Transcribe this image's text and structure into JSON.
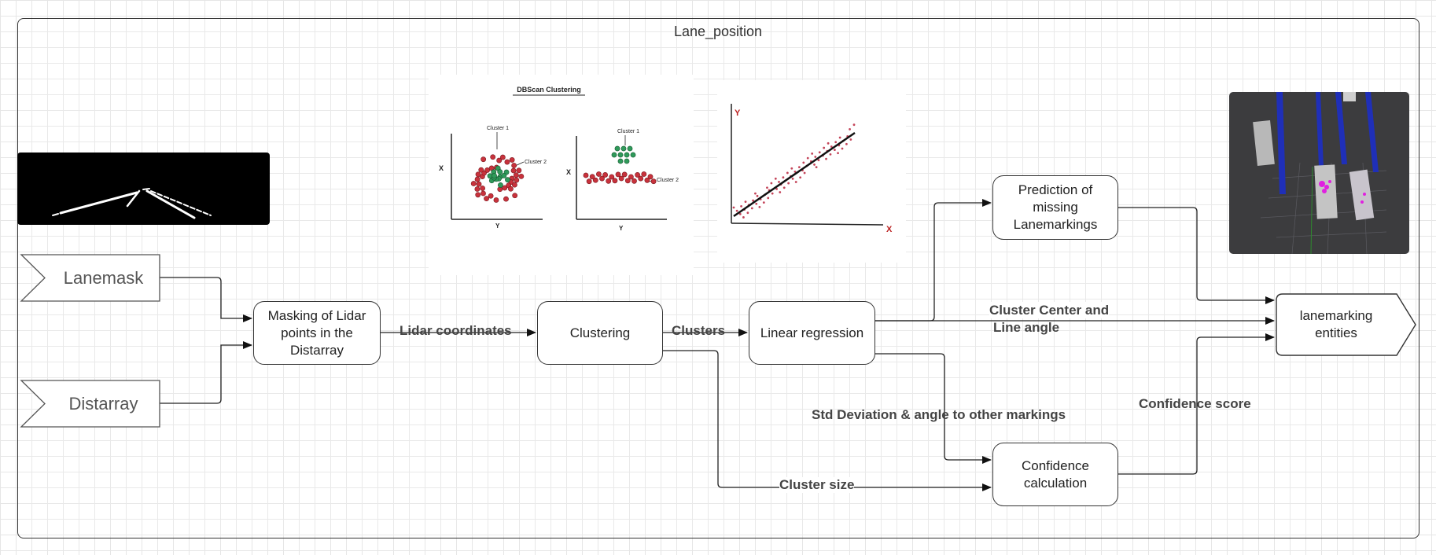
{
  "frame": {
    "title": "Lane_position"
  },
  "inputs": {
    "lanemask": "Lanemask",
    "distarray": "Distarray"
  },
  "nodes": {
    "masking": "Masking of Lidar points in the Distarray",
    "clustering": "Clustering",
    "linear_regression": "Linear regression",
    "prediction": "Prediction of missing Lanemarkings",
    "confidence": "Confidence calculation",
    "output": "lanemarking entities"
  },
  "edge_labels": {
    "lidar_coordinates": "Lidar coordinates",
    "clusters": "Clusters",
    "cluster_center": "Cluster Center and",
    "line_angle": "Line angle",
    "std_deviation": "Std Deviation & angle to other markings",
    "cluster_size": "Cluster size",
    "confidence_score": "Confidence score"
  },
  "dbscan_image": {
    "title": "DBScan Clustering",
    "cluster1": "Cluster 1",
    "cluster2": "Cluster 2",
    "axis_x": "X",
    "axis_y": "Y"
  },
  "regression_image": {
    "axis_x": "X",
    "axis_y": "Y"
  }
}
